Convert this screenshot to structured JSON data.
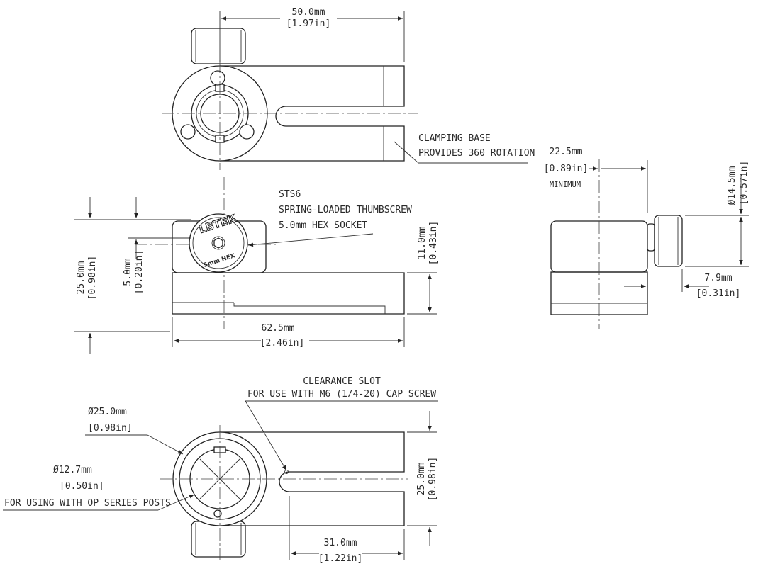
{
  "dimensions": {
    "top_width_mm": "50.0mm",
    "top_width_in": "[1.97in]",
    "height_mm": "25.0mm",
    "height_in": "[0.98in]",
    "screw_offset_mm": "5.0mm",
    "screw_offset_in": "[0.20in]",
    "slot_depth_mm": "11.0mm",
    "slot_depth_in": "[0.43in]",
    "length_mm": "62.5mm",
    "length_in": "[2.46in]",
    "min_width_mm": "22.5mm",
    "min_width_in": "[0.89in]",
    "min_width_note": "MINIMUM",
    "knob_dia_mm": "Ø14.5mm",
    "knob_dia_in": "[0.57in]",
    "knob_len_mm": "7.9mm",
    "knob_len_in": "[0.31in]",
    "bore_outer_mm": "Ø25.0mm",
    "bore_outer_in": "[0.98in]",
    "bore_mm": "Ø12.7mm",
    "bore_in": "[0.50in]",
    "base_height_mm": "25.0mm",
    "base_height_in": "[0.98in]",
    "slot_len_mm": "31.0mm",
    "slot_len_in": "[1.22in]"
  },
  "callouts": {
    "clamp_line1": "CLAMPING BASE",
    "clamp_line2": "PROVIDES 360 ROTATION",
    "screw_line1": "STS6",
    "screw_line2": "SPRING-LOADED THUMBSCREW",
    "screw_line3": "5.0mm HEX SOCKET",
    "slot_line1": "CLEARANCE SLOT",
    "slot_line2": "FOR USE WITH M6 (1/4-20) CAP SCREW",
    "post_note": "FOR USING WITH OP SERIES POSTS"
  },
  "knob_label": {
    "brand": "LBTEK",
    "hex": "5mm HEX"
  }
}
